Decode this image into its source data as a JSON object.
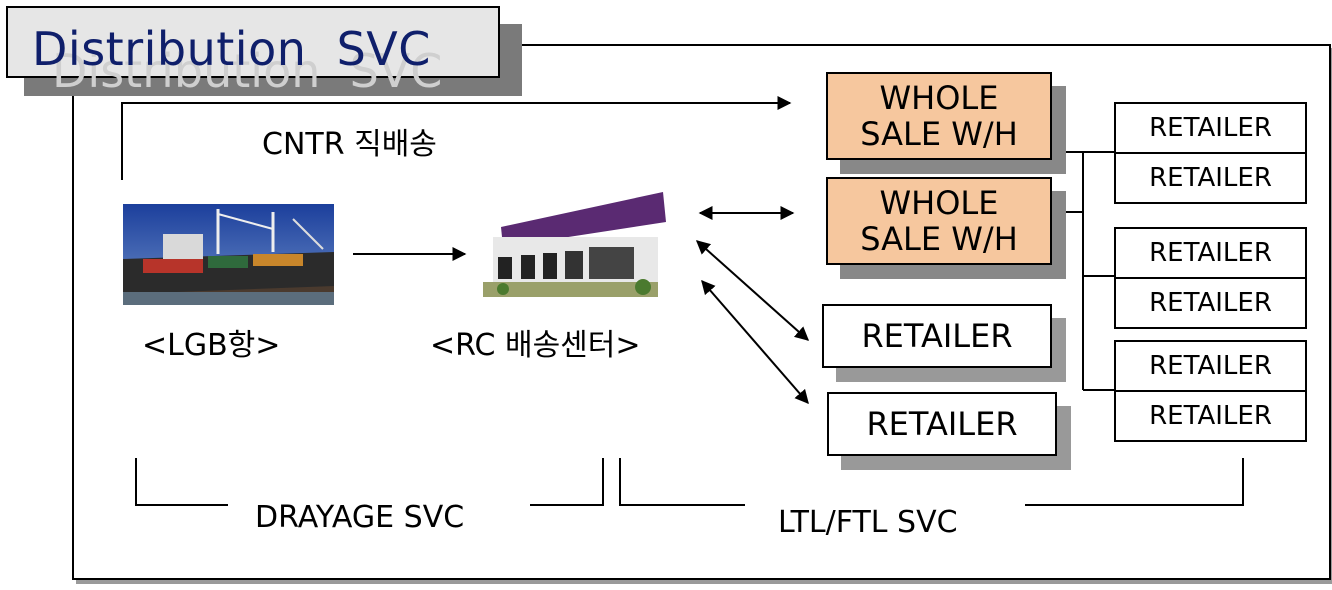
{
  "title": "Distribution  SVC",
  "cntr_label": "CNTR 직배송",
  "port_label": "<LGB항>",
  "rc_label": "<RC 배송센터>",
  "warehouses": [
    "WHOLE\nSALE W/H",
    "WHOLE\nSALE W/H"
  ],
  "mid_retailers": [
    "RETAILER",
    "RETAILER"
  ],
  "right_retailers": [
    "RETAILER",
    "RETAILER",
    "RETAILER",
    "RETAILER",
    "RETAILER",
    "RETAILER"
  ],
  "drayage_label": "DRAYAGE SVC",
  "ltl_label": "LTL/FTL SVC",
  "colors": {
    "title_text": "#0f1f6b",
    "warehouse_fill": "#f6c79e",
    "shadow": "#888888"
  }
}
